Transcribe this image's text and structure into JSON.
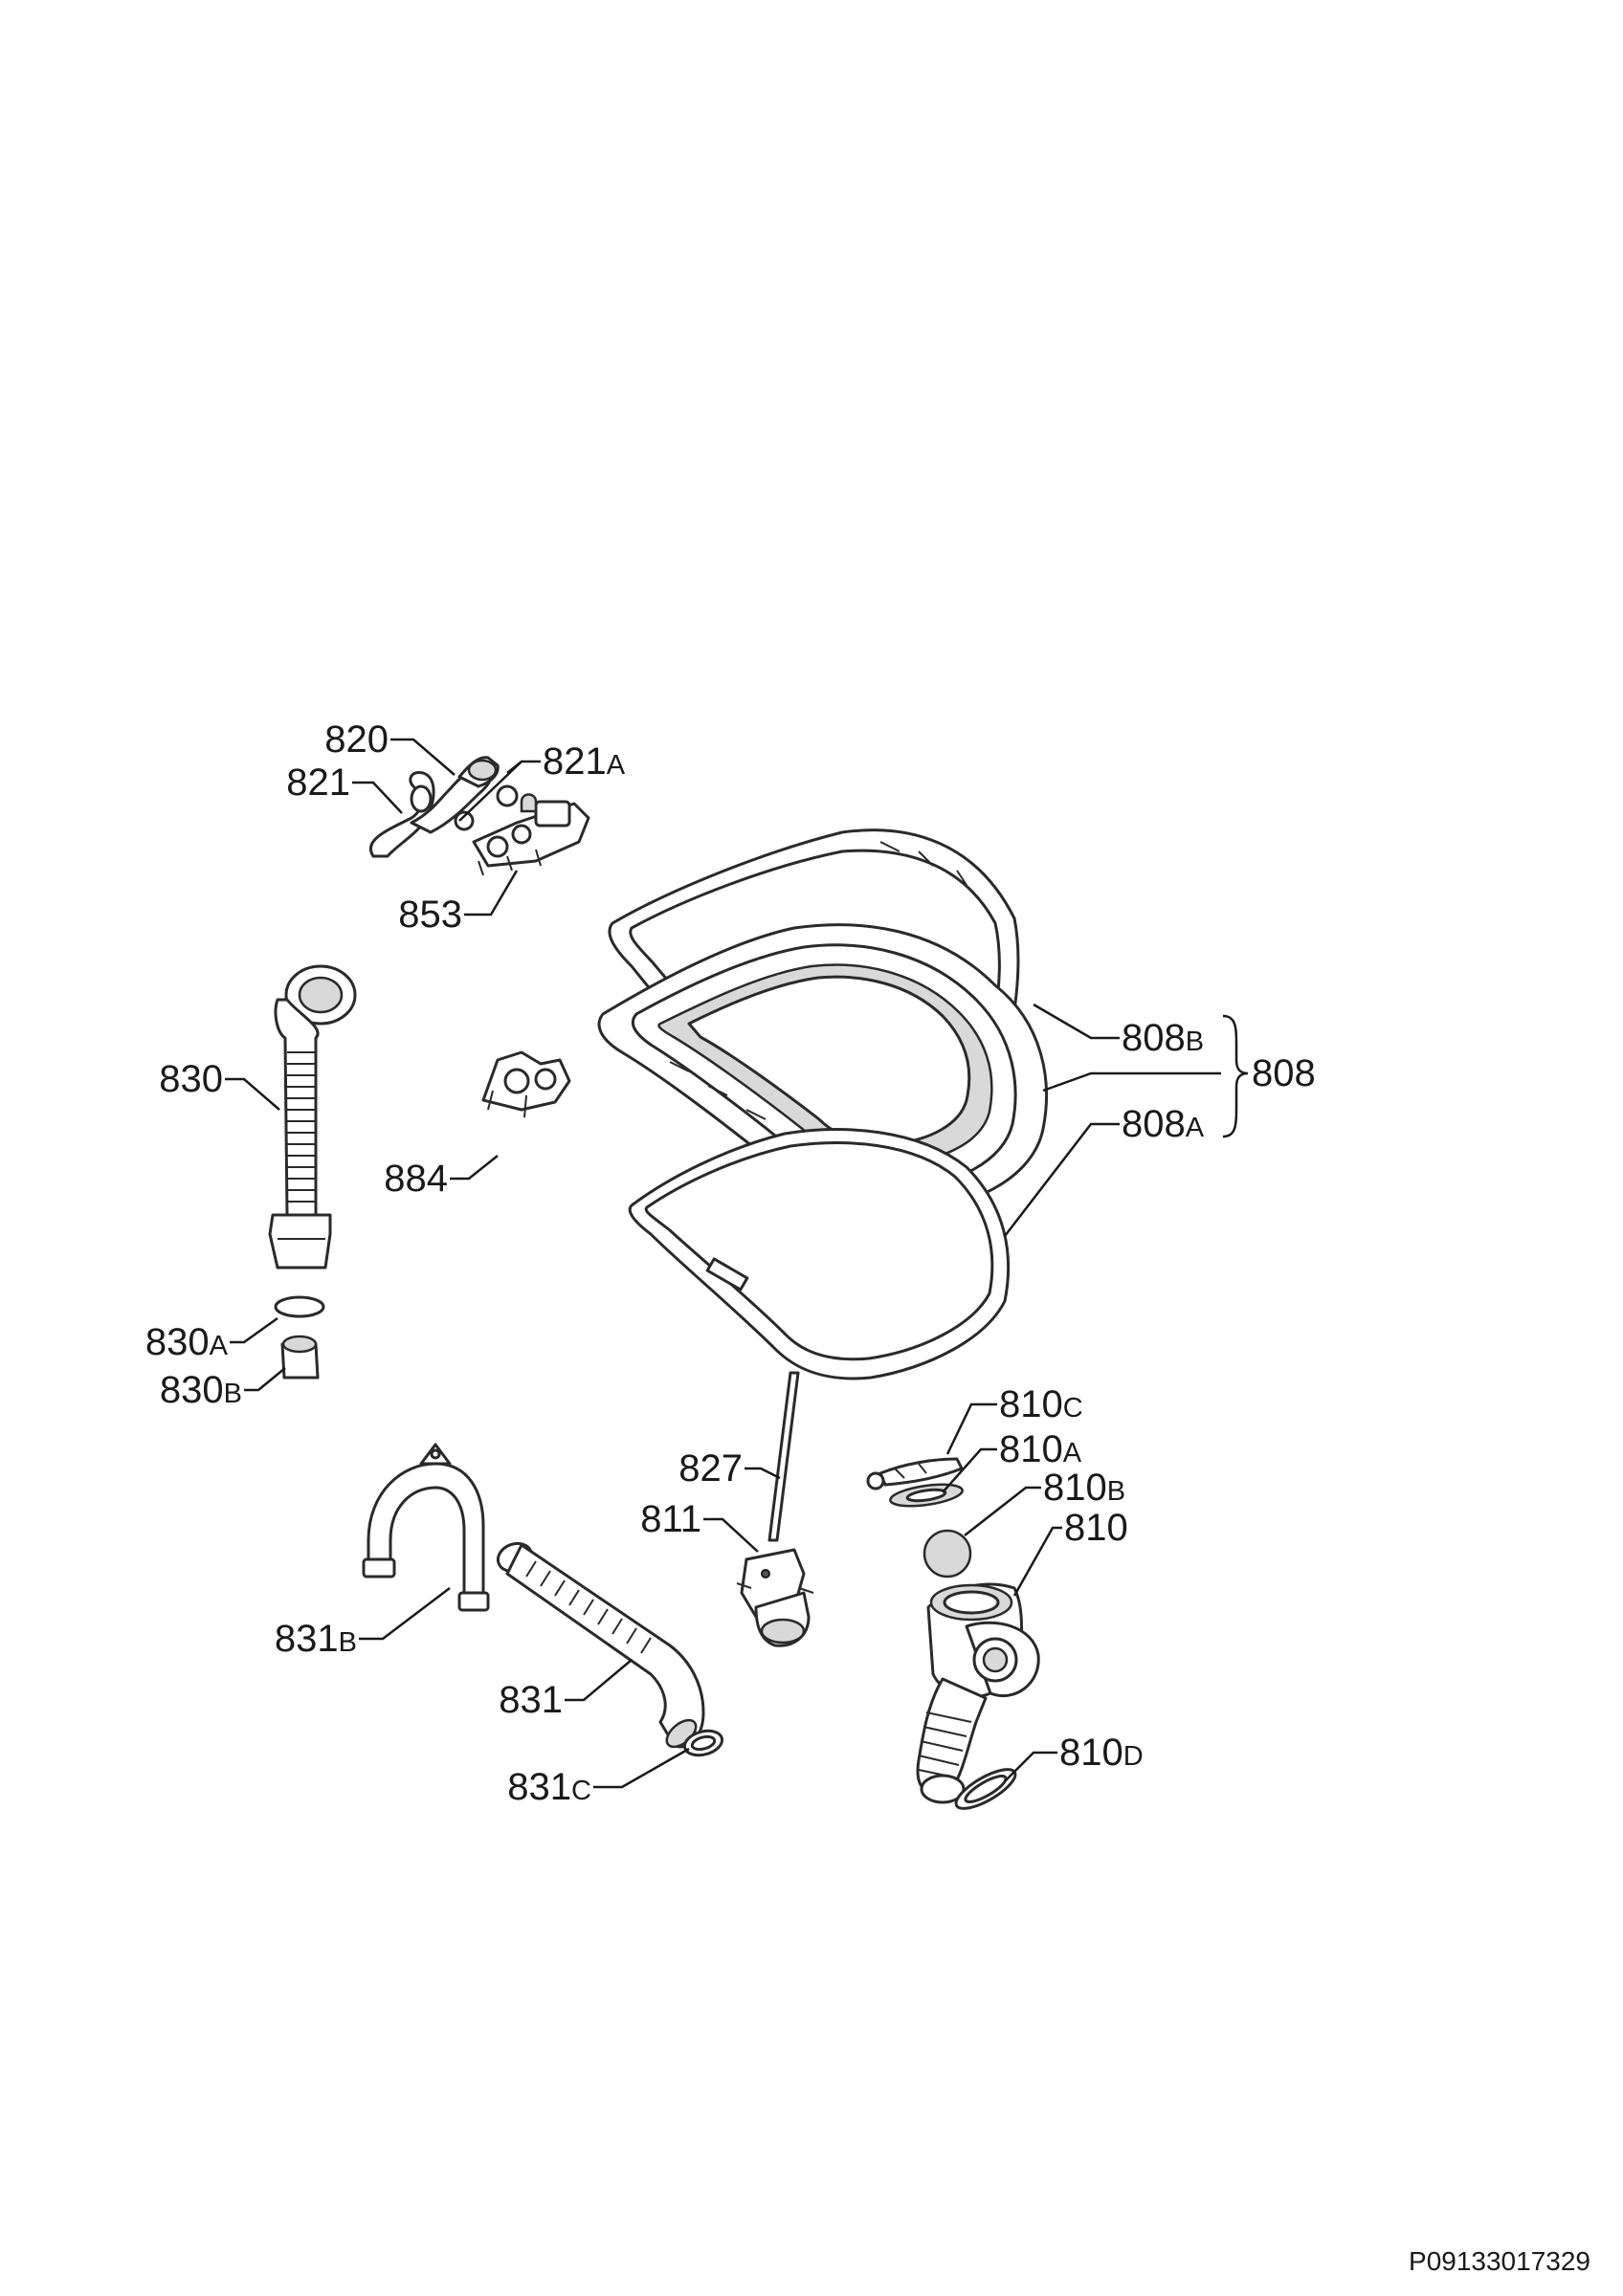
{
  "drawing_code": "P09133017329",
  "callouts": {
    "p808": {
      "num": "808",
      "suf": ""
    },
    "p808A": {
      "num": "808",
      "suf": "A"
    },
    "p808B": {
      "num": "808",
      "suf": "B"
    },
    "p810": {
      "num": "810",
      "suf": ""
    },
    "p810A": {
      "num": "810",
      "suf": "A"
    },
    "p810B": {
      "num": "810",
      "suf": "B"
    },
    "p810C": {
      "num": "810",
      "suf": "C"
    },
    "p810D": {
      "num": "810",
      "suf": "D"
    },
    "p811": {
      "num": "811",
      "suf": ""
    },
    "p820": {
      "num": "820",
      "suf": ""
    },
    "p821": {
      "num": "821",
      "suf": ""
    },
    "p821A": {
      "num": "821",
      "suf": "A"
    },
    "p827": {
      "num": "827",
      "suf": ""
    },
    "p830": {
      "num": "830",
      "suf": ""
    },
    "p830A": {
      "num": "830",
      "suf": "A"
    },
    "p830B": {
      "num": "830",
      "suf": "B"
    },
    "p831": {
      "num": "831",
      "suf": ""
    },
    "p831B": {
      "num": "831",
      "suf": "B"
    },
    "p831C": {
      "num": "831",
      "suf": "C"
    },
    "p853": {
      "num": "853",
      "suf": ""
    },
    "p884": {
      "num": "884",
      "suf": ""
    }
  }
}
